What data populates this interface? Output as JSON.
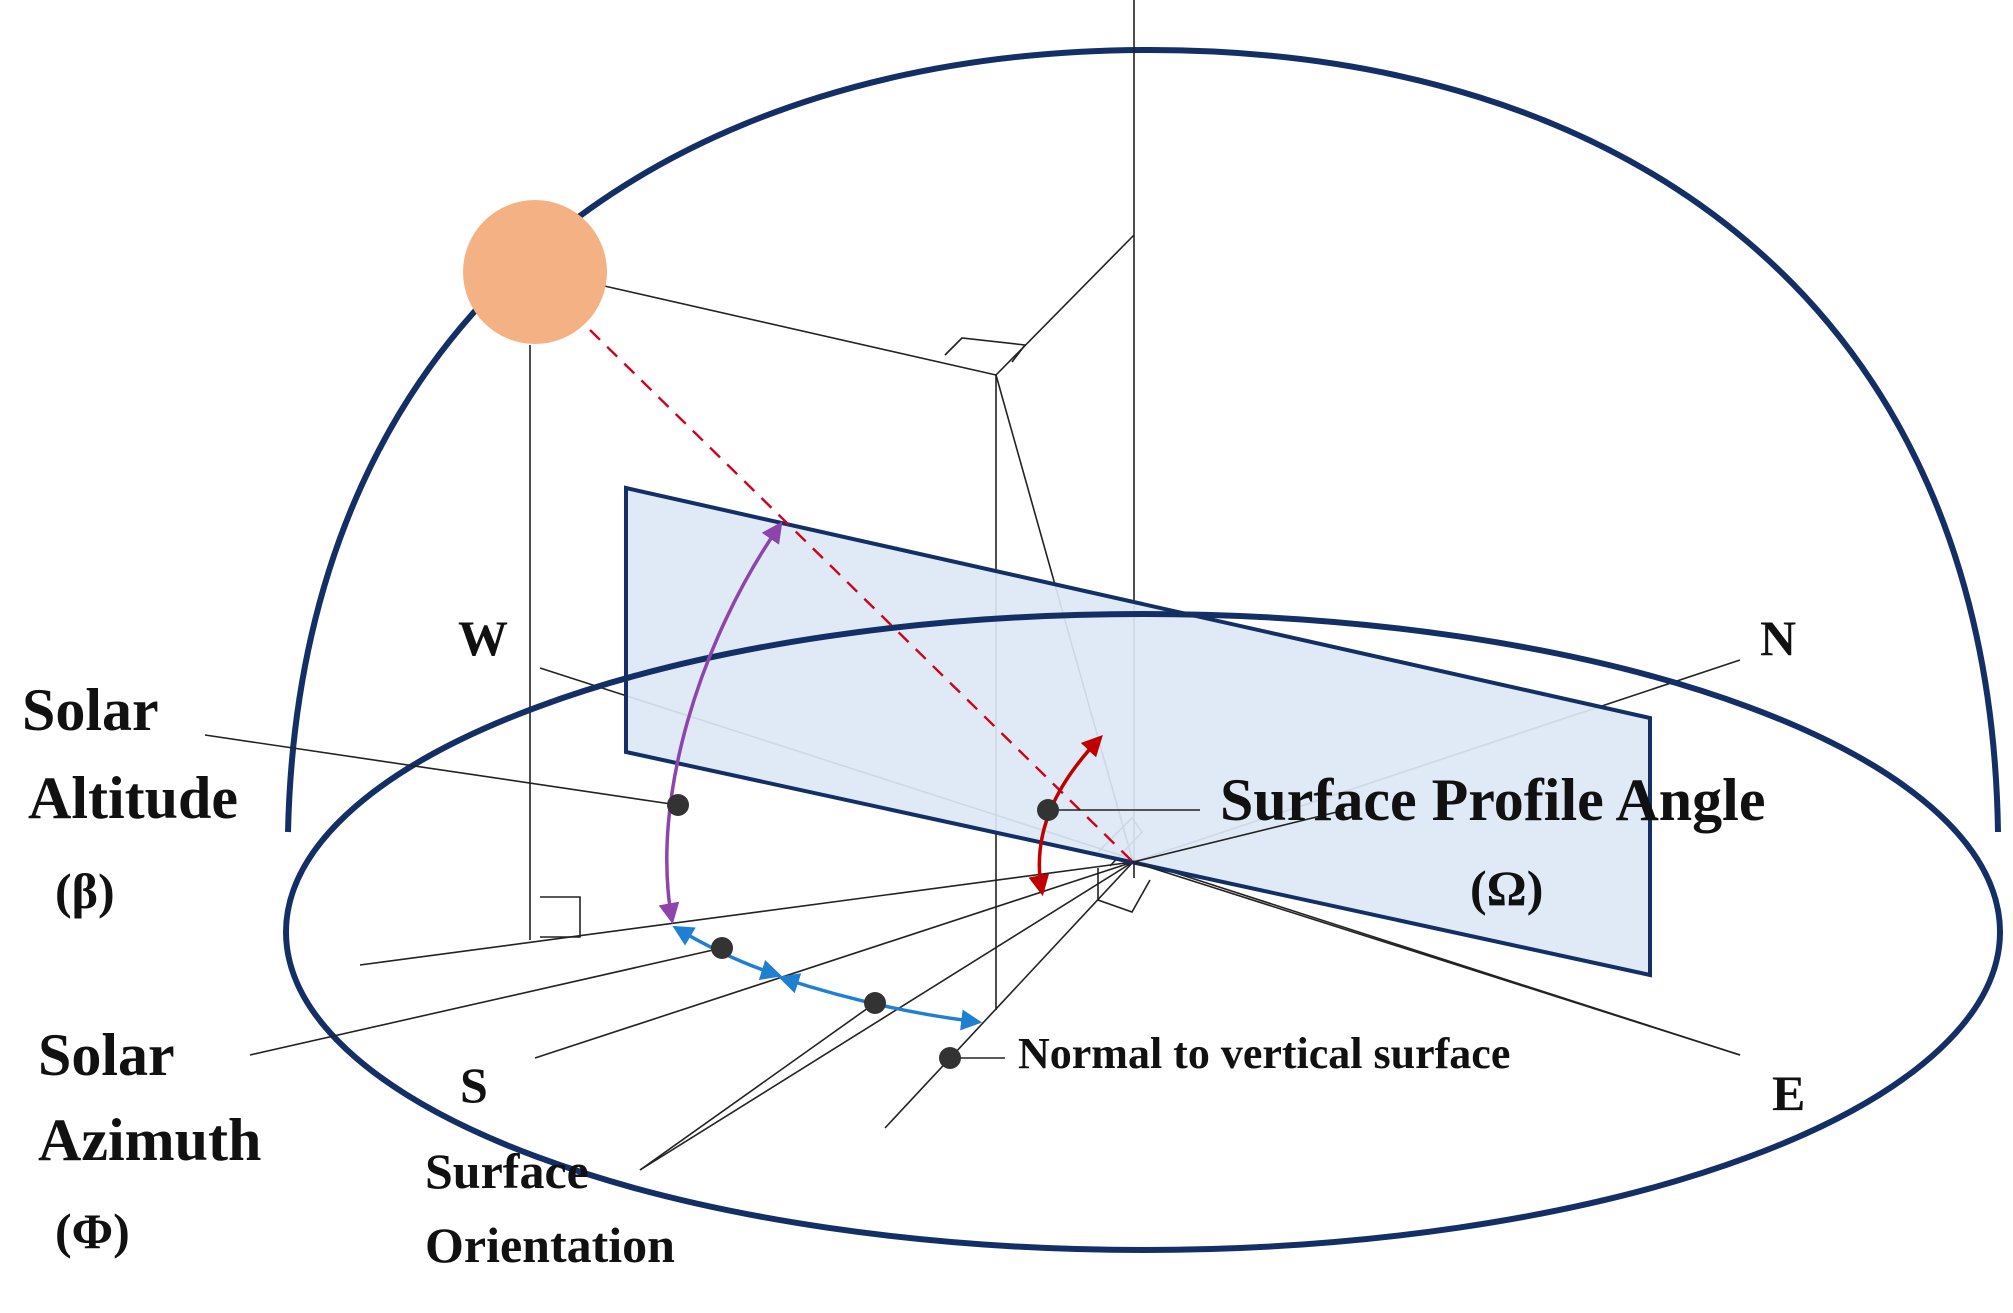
{
  "directions": {
    "west": "W",
    "north": "N",
    "south": "S",
    "east": "E"
  },
  "labels": {
    "solar_altitude": {
      "line1": "Solar",
      "line2": "Altitude",
      "symbol": "(β)"
    },
    "surface_profile_angle": {
      "line1": "Surface Profile Angle",
      "symbol": "(Ω)"
    },
    "solar_azimuth": {
      "line1": "Solar",
      "line2": "Azimuth",
      "symbol": "(Φ)"
    },
    "surface_orientation": {
      "line1": "Surface",
      "line2": "Orientation"
    },
    "normal_to_vertical_surface": "Normal to vertical surface"
  },
  "colors": {
    "dome_outline": "#142f66",
    "sun_fill": "#f4b183",
    "sun_ray": "#d0021b",
    "surface_fill": "#dde8f5",
    "surface_outline": "#142f66",
    "altitude_arc": "#8e44ad",
    "azimuth_arc": "#1f7fd0",
    "profile_arc": "#c00000",
    "marker": "#333333"
  }
}
